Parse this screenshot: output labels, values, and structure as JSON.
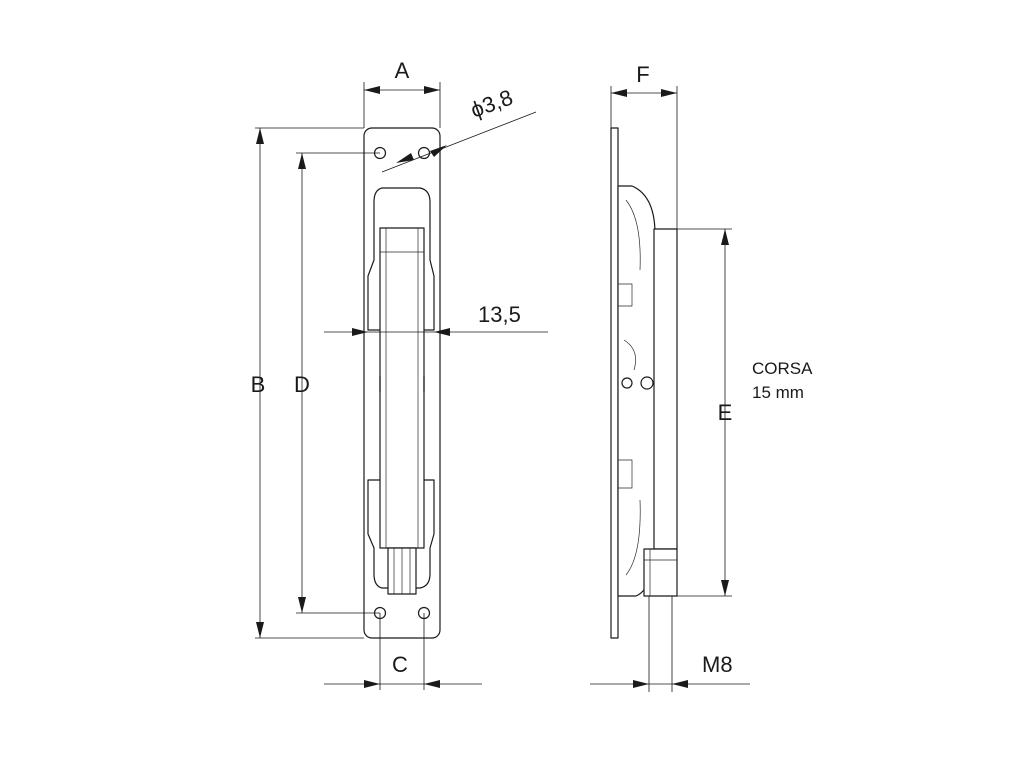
{
  "labels": {
    "a": "A",
    "b": "B",
    "c": "C",
    "d": "D",
    "e": "E",
    "f": "F",
    "hole": "ϕ3,8",
    "width": "13,5",
    "thread": "M8",
    "stroke_title": "CORSA",
    "stroke_value": "15 mm"
  },
  "colors": {
    "line": "#1a1a1a",
    "background": "#ffffff"
  }
}
